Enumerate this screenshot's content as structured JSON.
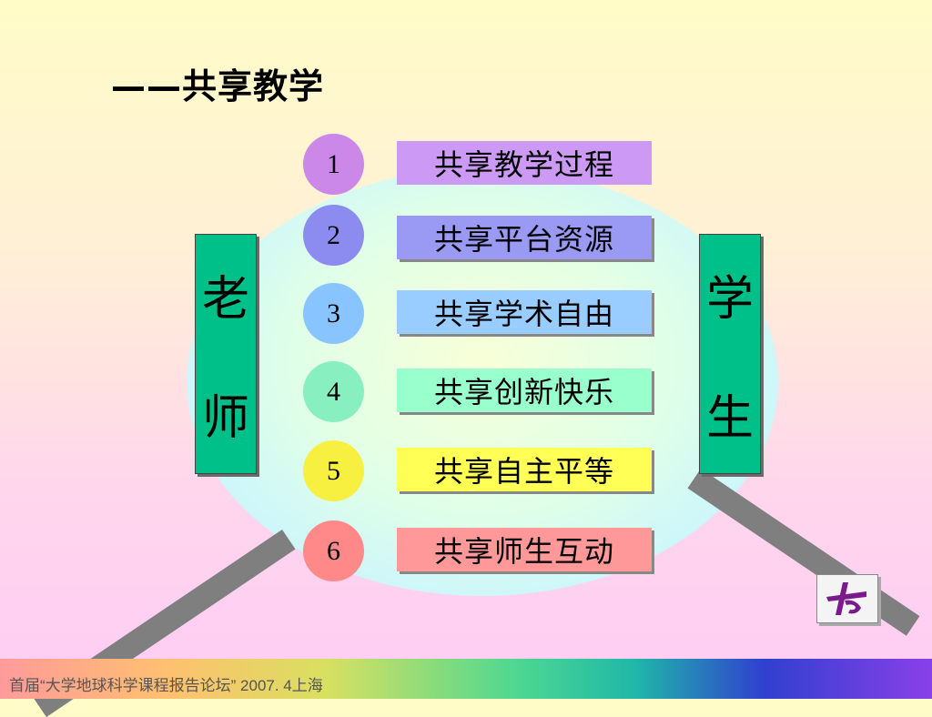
{
  "title": "——共享教学",
  "pillars": {
    "left": [
      "老",
      "师"
    ],
    "right": [
      "学",
      "生"
    ]
  },
  "items": [
    {
      "num": "1",
      "label": "共享教学过程",
      "circle_color": "#cc88e8",
      "bar_color": "#cc99f4"
    },
    {
      "num": "2",
      "label": "共享平台资源",
      "circle_color": "#8c8cf0",
      "bar_color": "#9a9af4"
    },
    {
      "num": "3",
      "label": "共享学术自由",
      "circle_color": "#88c4ff",
      "bar_color": "#99ccff"
    },
    {
      "num": "4",
      "label": "共享创新快乐",
      "circle_color": "#88f0c0",
      "bar_color": "#99ffcc"
    },
    {
      "num": "5",
      "label": "共享自主平等",
      "circle_color": "#f8f040",
      "bar_color": "#ffff55"
    },
    {
      "num": "6",
      "label": "共享师生互动",
      "circle_color": "#ff8888",
      "bar_color": "#ff9999"
    }
  ],
  "logo": {
    "icon": "university-logo-icon"
  },
  "footer": {
    "text": "首届“大学地球科学课程报告论坛”  2007. 4上海"
  }
}
